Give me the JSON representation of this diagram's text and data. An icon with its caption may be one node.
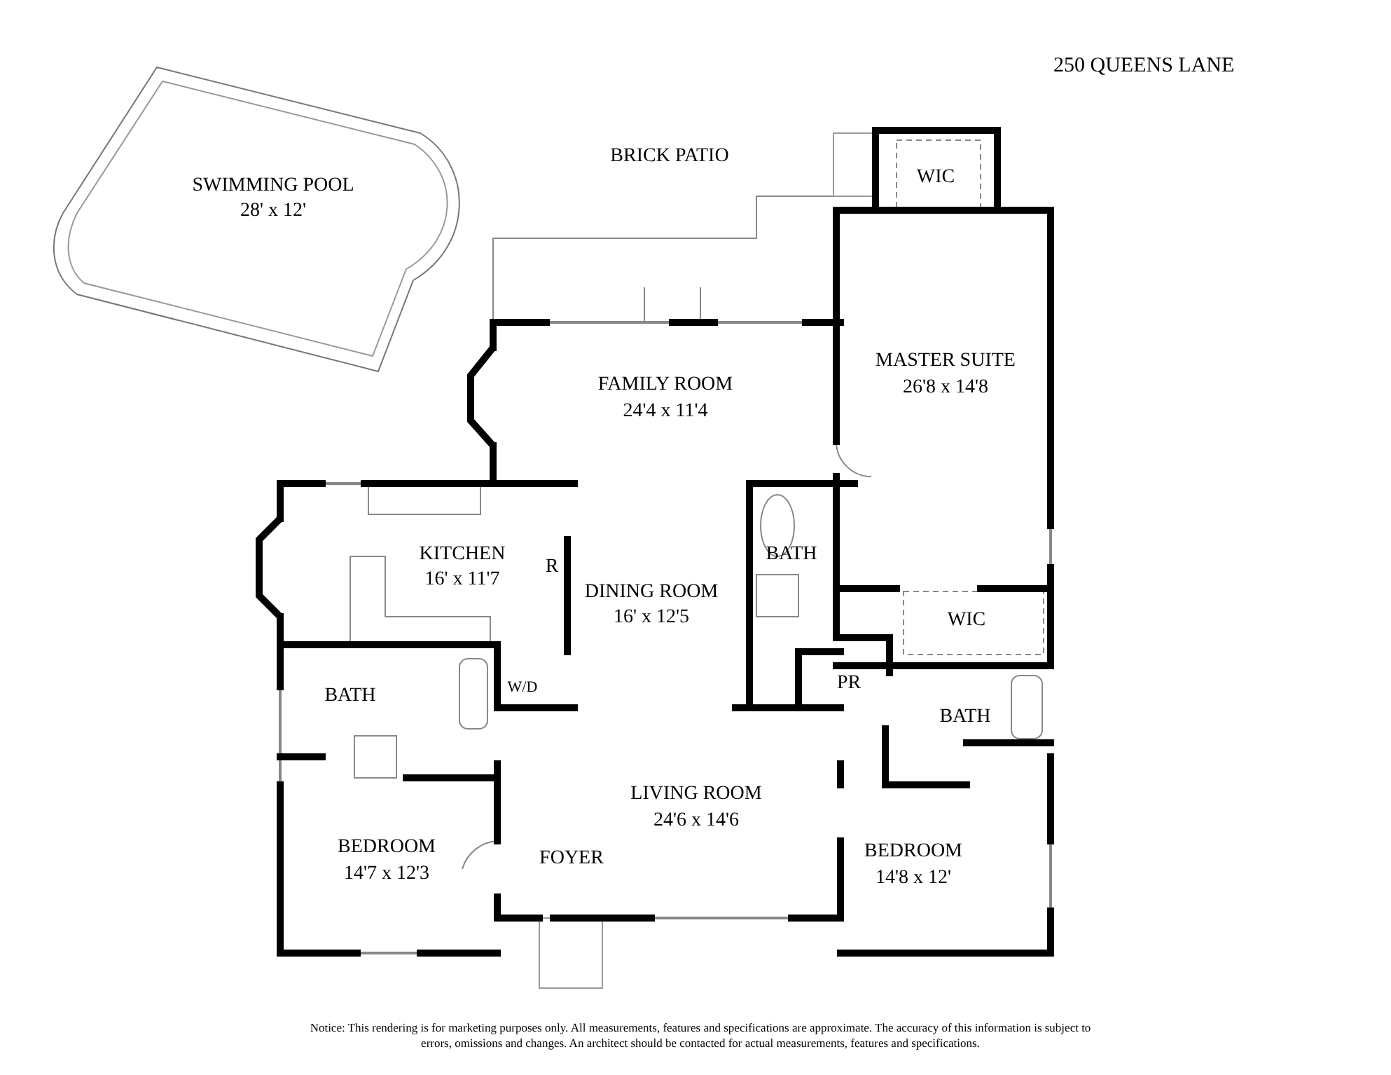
{
  "diagram": {
    "title": "250 QUEENS LANE",
    "caption": "Notice: This rendering is for marketing purposes only. All measurements, features and specifications are approximate. The accuracy of this information is subject to errors, omissions and changes. An architect should be contacted for actual measurements, features and specifications.",
    "labels": [
      "SWIMMING POOL",
      "28' x 12'",
      "BRICK PATIO",
      "WIC",
      "MASTER SUITE",
      "26'8 x 14'8",
      "FAMILY ROOM",
      "24'4 x 11'4",
      "KITCHEN",
      "16' x 11'7",
      "R",
      "BATH",
      "DINING ROOM",
      "16' x 12'5",
      "WIC",
      "W/D",
      "PR",
      "BATH",
      "BATH",
      "LIVING ROOM",
      "24'6 x 14'6",
      "BEDROOM",
      "14'7 x 12'3",
      "FOYER",
      "BEDROOM",
      "14'8 x 12'"
    ]
  }
}
